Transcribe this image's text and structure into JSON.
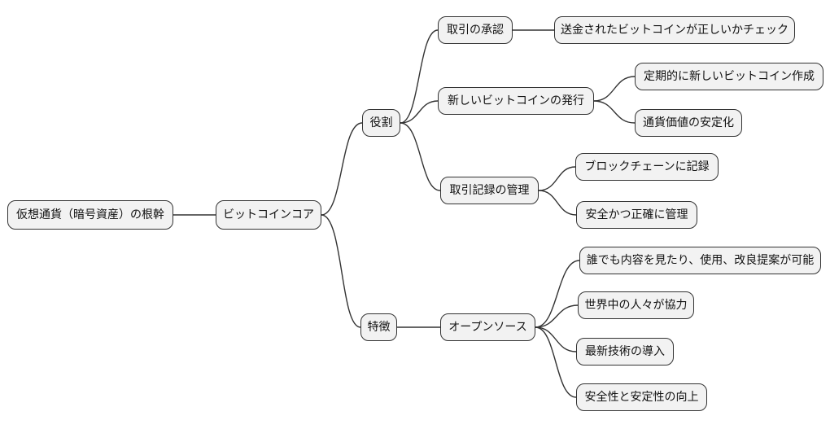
{
  "diagram": {
    "type": "mindmap",
    "direction": "left-to-right",
    "colors": {
      "background": "#ffffff",
      "node_fill": "#f2f2f2",
      "node_border": "#333333",
      "edge": "#333333",
      "text": "#111111"
    },
    "nodes": {
      "root": {
        "label": "仮想通貨（暗号資産）の根幹"
      },
      "core": {
        "label": "ビットコインコア"
      },
      "role": {
        "label": "役割"
      },
      "approval": {
        "label": "取引の承認"
      },
      "check": {
        "label": "送金されたビットコインが正しいかチェック"
      },
      "issue": {
        "label": "新しいビットコインの発行"
      },
      "periodic": {
        "label": "定期的に新しいビットコイン作成"
      },
      "stable": {
        "label": "通貨価値の安定化"
      },
      "records": {
        "label": "取引記録の管理"
      },
      "blockchain": {
        "label": "ブロックチェーンに記録"
      },
      "secure": {
        "label": "安全かつ正確に管理"
      },
      "feature": {
        "label": "特徴"
      },
      "opensource": {
        "label": "オープンソース"
      },
      "anyone": {
        "label": "誰でも内容を見たり、使用、改良提案が可能"
      },
      "world": {
        "label": "世界中の人々が協力"
      },
      "latest": {
        "label": "最新技術の導入"
      },
      "safety": {
        "label": "安全性と安定性の向上"
      }
    },
    "edges": [
      [
        "root",
        "core"
      ],
      [
        "core",
        "role"
      ],
      [
        "core",
        "feature"
      ],
      [
        "role",
        "approval"
      ],
      [
        "role",
        "issue"
      ],
      [
        "role",
        "records"
      ],
      [
        "approval",
        "check"
      ],
      [
        "issue",
        "periodic"
      ],
      [
        "issue",
        "stable"
      ],
      [
        "records",
        "blockchain"
      ],
      [
        "records",
        "secure"
      ],
      [
        "feature",
        "opensource"
      ],
      [
        "opensource",
        "anyone"
      ],
      [
        "opensource",
        "world"
      ],
      [
        "opensource",
        "latest"
      ],
      [
        "opensource",
        "safety"
      ]
    ]
  }
}
